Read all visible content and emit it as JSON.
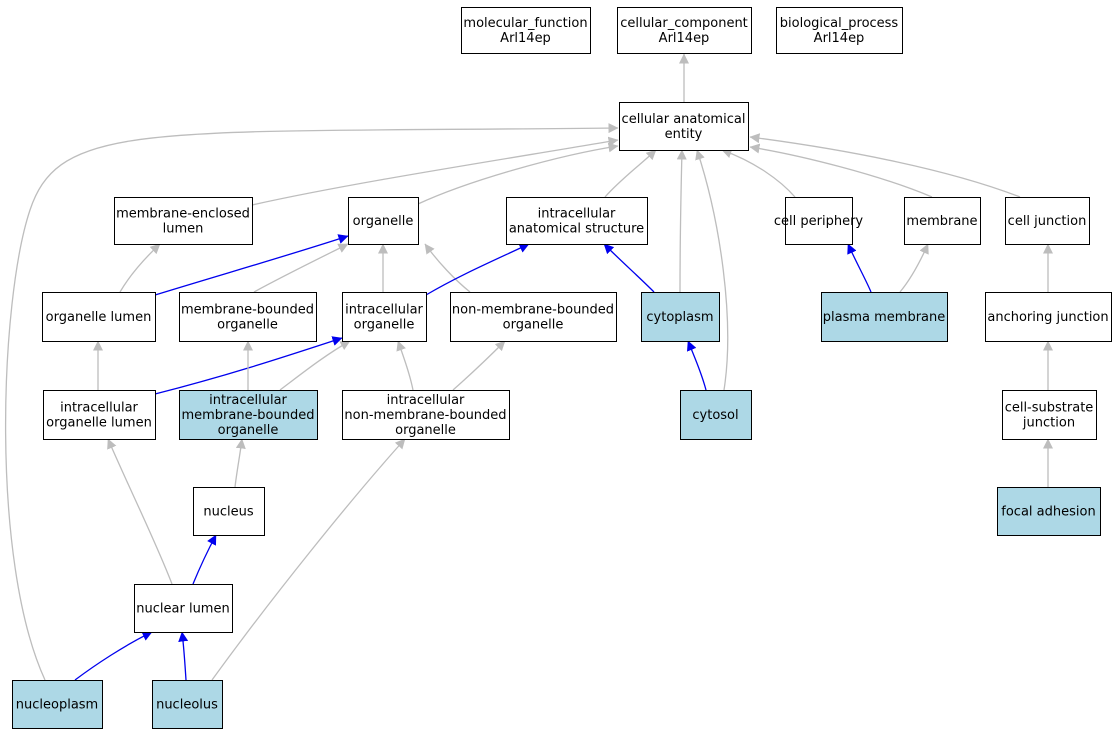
{
  "colors": {
    "highlight_fill": "#add8e6",
    "plain_fill": "#ffffff",
    "edge_gray": "#bdbdbd",
    "edge_blue": "#0000ee"
  },
  "nodes": {
    "molecular_function": {
      "lines": [
        "molecular_function",
        "Arl14ep"
      ],
      "highlight": false
    },
    "cellular_component": {
      "lines": [
        "cellular_component",
        "Arl14ep"
      ],
      "highlight": false
    },
    "biological_process": {
      "lines": [
        "biological_process",
        "Arl14ep"
      ],
      "highlight": false
    },
    "cellular_anatomical_entity": {
      "lines": [
        "cellular anatomical",
        "entity"
      ],
      "highlight": false
    },
    "membrane_enclosed_lumen": {
      "lines": [
        "membrane-enclosed",
        "lumen"
      ],
      "highlight": false
    },
    "organelle": {
      "lines": [
        "organelle"
      ],
      "highlight": false
    },
    "intracellular_anatomical_structure": {
      "lines": [
        "intracellular",
        "anatomical structure"
      ],
      "highlight": false
    },
    "cell_periphery": {
      "lines": [
        "cell periphery"
      ],
      "highlight": false
    },
    "membrane": {
      "lines": [
        "membrane"
      ],
      "highlight": false
    },
    "cell_junction": {
      "lines": [
        "cell junction"
      ],
      "highlight": false
    },
    "organelle_lumen": {
      "lines": [
        "organelle lumen"
      ],
      "highlight": false
    },
    "membrane_bounded_organelle": {
      "lines": [
        "membrane-bounded",
        "organelle"
      ],
      "highlight": false
    },
    "intracellular_organelle": {
      "lines": [
        "intracellular",
        "organelle"
      ],
      "highlight": false
    },
    "non_membrane_bounded_organelle": {
      "lines": [
        "non-membrane-bounded",
        "organelle"
      ],
      "highlight": false
    },
    "cytoplasm": {
      "lines": [
        "cytoplasm"
      ],
      "highlight": true
    },
    "plasma_membrane": {
      "lines": [
        "plasma membrane"
      ],
      "highlight": true
    },
    "anchoring_junction": {
      "lines": [
        "anchoring junction"
      ],
      "highlight": false
    },
    "intracellular_organelle_lumen": {
      "lines": [
        "intracellular",
        "organelle lumen"
      ],
      "highlight": false
    },
    "intracellular_membrane_bounded_organelle": {
      "lines": [
        "intracellular",
        "membrane-bounded",
        "organelle"
      ],
      "highlight": true
    },
    "intracellular_non_membrane_bounded_organelle": {
      "lines": [
        "intracellular",
        "non-membrane-bounded",
        "organelle"
      ],
      "highlight": false
    },
    "cytosol": {
      "lines": [
        "cytosol"
      ],
      "highlight": true
    },
    "cell_substrate_junction": {
      "lines": [
        "cell-substrate",
        "junction"
      ],
      "highlight": false
    },
    "nucleus": {
      "lines": [
        "nucleus"
      ],
      "highlight": false
    },
    "focal_adhesion": {
      "lines": [
        "focal adhesion"
      ],
      "highlight": true
    },
    "nuclear_lumen": {
      "lines": [
        "nuclear lumen"
      ],
      "highlight": false
    },
    "nucleoplasm": {
      "lines": [
        "nucleoplasm"
      ],
      "highlight": true
    },
    "nucleolus": {
      "lines": [
        "nucleolus"
      ],
      "highlight": true
    }
  },
  "edges": [
    {
      "from": "cellular_anatomical_entity",
      "to": "cellular_component",
      "color": "gray"
    },
    {
      "from": "membrane_enclosed_lumen",
      "to": "cellular_anatomical_entity",
      "color": "gray"
    },
    {
      "from": "organelle",
      "to": "cellular_anatomical_entity",
      "color": "gray"
    },
    {
      "from": "intracellular_anatomical_structure",
      "to": "cellular_anatomical_entity",
      "color": "gray"
    },
    {
      "from": "cytoplasm",
      "to": "cellular_anatomical_entity",
      "color": "gray"
    },
    {
      "from": "cytosol",
      "to": "cellular_anatomical_entity",
      "color": "gray"
    },
    {
      "from": "cell_periphery",
      "to": "cellular_anatomical_entity",
      "color": "gray"
    },
    {
      "from": "membrane",
      "to": "cellular_anatomical_entity",
      "color": "gray"
    },
    {
      "from": "cell_junction",
      "to": "cellular_anatomical_entity",
      "color": "gray"
    },
    {
      "from": "nucleoplasm",
      "to": "cellular_anatomical_entity",
      "color": "gray"
    },
    {
      "from": "organelle_lumen",
      "to": "membrane_enclosed_lumen",
      "color": "gray"
    },
    {
      "from": "organelle_lumen",
      "to": "organelle",
      "color": "blue"
    },
    {
      "from": "membrane_bounded_organelle",
      "to": "organelle",
      "color": "gray"
    },
    {
      "from": "intracellular_organelle",
      "to": "organelle",
      "color": "gray"
    },
    {
      "from": "non_membrane_bounded_organelle",
      "to": "organelle",
      "color": "gray"
    },
    {
      "from": "intracellular_organelle",
      "to": "intracellular_anatomical_structure",
      "color": "blue"
    },
    {
      "from": "cytoplasm",
      "to": "intracellular_anatomical_structure",
      "color": "blue"
    },
    {
      "from": "plasma_membrane",
      "to": "cell_periphery",
      "color": "blue"
    },
    {
      "from": "plasma_membrane",
      "to": "membrane",
      "color": "gray"
    },
    {
      "from": "anchoring_junction",
      "to": "cell_junction",
      "color": "gray"
    },
    {
      "from": "intracellular_organelle_lumen",
      "to": "organelle_lumen",
      "color": "gray"
    },
    {
      "from": "intracellular_organelle_lumen",
      "to": "intracellular_organelle",
      "color": "blue"
    },
    {
      "from": "intracellular_membrane_bounded_organelle",
      "to": "membrane_bounded_organelle",
      "color": "gray"
    },
    {
      "from": "intracellular_membrane_bounded_organelle",
      "to": "intracellular_organelle",
      "color": "gray"
    },
    {
      "from": "intracellular_non_membrane_bounded_organelle",
      "to": "intracellular_organelle",
      "color": "gray"
    },
    {
      "from": "intracellular_non_membrane_bounded_organelle",
      "to": "non_membrane_bounded_organelle",
      "color": "gray"
    },
    {
      "from": "cytosol",
      "to": "cytoplasm",
      "color": "blue"
    },
    {
      "from": "cell_substrate_junction",
      "to": "anchoring_junction",
      "color": "gray"
    },
    {
      "from": "nucleus",
      "to": "intracellular_membrane_bounded_organelle",
      "color": "gray"
    },
    {
      "from": "focal_adhesion",
      "to": "cell_substrate_junction",
      "color": "gray"
    },
    {
      "from": "nuclear_lumen",
      "to": "intracellular_organelle_lumen",
      "color": "gray"
    },
    {
      "from": "nuclear_lumen",
      "to": "nucleus",
      "color": "blue"
    },
    {
      "from": "nucleoplasm",
      "to": "nuclear_lumen",
      "color": "blue"
    },
    {
      "from": "nucleolus",
      "to": "nuclear_lumen",
      "color": "blue"
    },
    {
      "from": "nucleolus",
      "to": "intracellular_non_membrane_bounded_organelle",
      "color": "gray"
    }
  ]
}
